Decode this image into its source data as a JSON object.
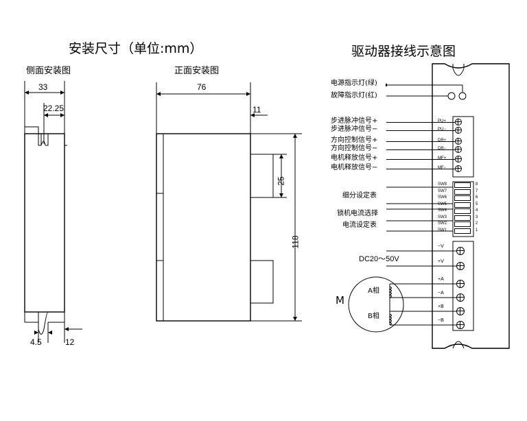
{
  "dimensions_section": {
    "title": "安装尺寸（单位:mm）",
    "side_view": {
      "title": "侧面安装图",
      "width_label": "33",
      "inner_label": "22.25",
      "bottom_left_label": "4.5",
      "bottom_right_label": "12"
    },
    "front_view": {
      "title": "正面安装图",
      "width_label": "76",
      "offset_label": "11",
      "slot_label": "25",
      "height_label": "118"
    }
  },
  "wiring_section": {
    "title": "驱动器接线示意图",
    "leds": [
      {
        "label": "电源指示灯(绿)",
        "color": "green"
      },
      {
        "label": "故障指示灯(红)",
        "color": "red"
      }
    ],
    "signals": [
      {
        "label": "步进脉冲信号+",
        "pin": "PU+"
      },
      {
        "label": "步进脉冲信号−",
        "pin": "PU−"
      },
      {
        "label": "方向控制信号+",
        "pin": "DR+"
      },
      {
        "label": "方向控制信号−",
        "pin": "DR−"
      },
      {
        "label": "电机释放信号+",
        "pin": "MF+"
      },
      {
        "label": "电机释放信号−",
        "pin": "MF−"
      }
    ],
    "switches": [
      {
        "name": "SW8",
        "num": "8"
      },
      {
        "name": "SW7",
        "num": "7"
      },
      {
        "name": "SW6",
        "num": "6"
      },
      {
        "name": "SW5",
        "num": "5"
      },
      {
        "name": "SW4",
        "num": "4"
      },
      {
        "name": "SW3",
        "num": "3"
      },
      {
        "name": "SW2",
        "num": "2"
      },
      {
        "name": "SW1",
        "num": "1"
      }
    ],
    "switch_groups": [
      "细分设定表",
      "锁机电流选择",
      "电流设定表"
    ],
    "power_label": "DC20～50V",
    "motor_label": "M",
    "phase_a": "A相",
    "phase_b": "B相",
    "terminals": [
      "−V",
      "+V",
      "+A",
      "−A",
      "+B",
      "−B"
    ]
  }
}
